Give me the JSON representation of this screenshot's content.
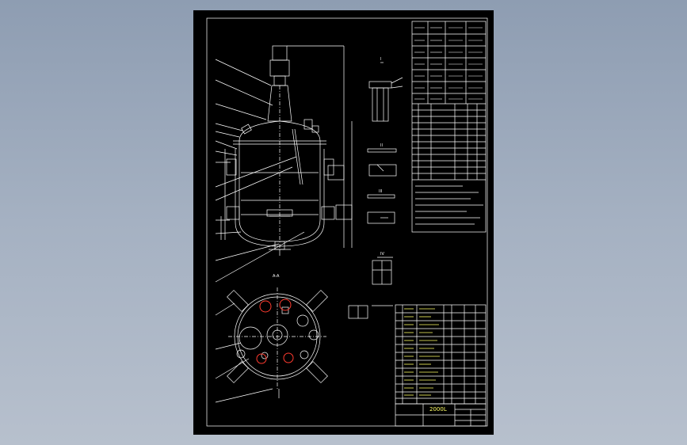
{
  "viewer": {
    "background_color": "#9aa8bb",
    "sheet_color": "#000000",
    "line_color": "#ffffff",
    "highlight_color": "#ff3b2f",
    "table_text_color": "#ffff66"
  },
  "drawing": {
    "subtitle": "2000L",
    "top_view_label": "A-A",
    "section_labels": [
      "I",
      "II",
      "III",
      "IV"
    ]
  }
}
